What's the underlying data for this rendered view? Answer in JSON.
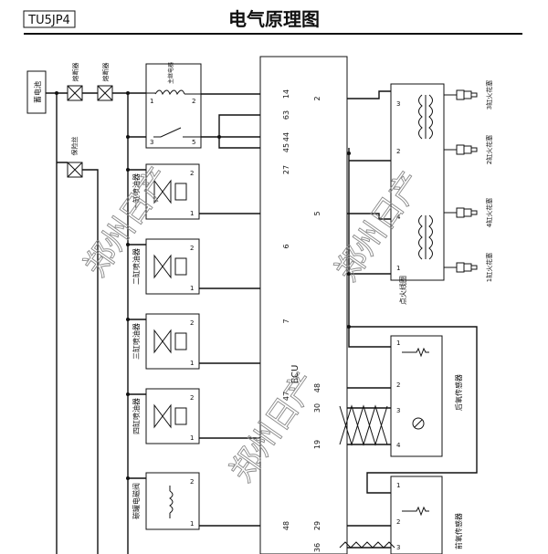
{
  "header": {
    "code": "TU5JP4",
    "title": "电气原理图"
  },
  "power": {
    "battery": "蓄电池",
    "fuse1": "熔断器",
    "fuse2": "熔断器",
    "fuse3": "保险丝"
  },
  "relay": {
    "label": "主继电器",
    "pins": [
      "1",
      "2",
      "3",
      "5"
    ]
  },
  "injectors": [
    {
      "label": "一缸喷油器",
      "pins": [
        "2",
        "1"
      ]
    },
    {
      "label": "二缸喷油器",
      "pins": [
        "2",
        "1"
      ]
    },
    {
      "label": "三缸喷油器",
      "pins": [
        "2",
        "1"
      ]
    },
    {
      "label": "四缸喷油器",
      "pins": [
        "2",
        "1"
      ]
    }
  ],
  "canister": {
    "label": "碳罐电磁阀",
    "pins": [
      "2",
      "1"
    ]
  },
  "ecu": {
    "label": "ECU",
    "left_pins": [
      "14",
      "63",
      "44",
      "45",
      "27",
      "6",
      "7",
      "47",
      "48"
    ],
    "right_pins": [
      "2",
      "5",
      "48",
      "30",
      "19",
      "29",
      "36"
    ]
  },
  "ignition": {
    "label": "点火线圈",
    "pins": [
      "3",
      "2",
      "4",
      "1"
    ],
    "plugs": [
      "3缸火花塞",
      "2缸火花塞",
      "4缸火花塞",
      "1缸火花塞"
    ]
  },
  "sensors": [
    {
      "label": "后氧传感器",
      "pins": [
        "1",
        "2",
        "3",
        "4"
      ]
    },
    {
      "label": "前氧传感器",
      "pins": [
        "1",
        "2",
        "3"
      ]
    }
  ],
  "watermark": [
    "郑州日产",
    "郑州日产",
    "郑州日产"
  ]
}
